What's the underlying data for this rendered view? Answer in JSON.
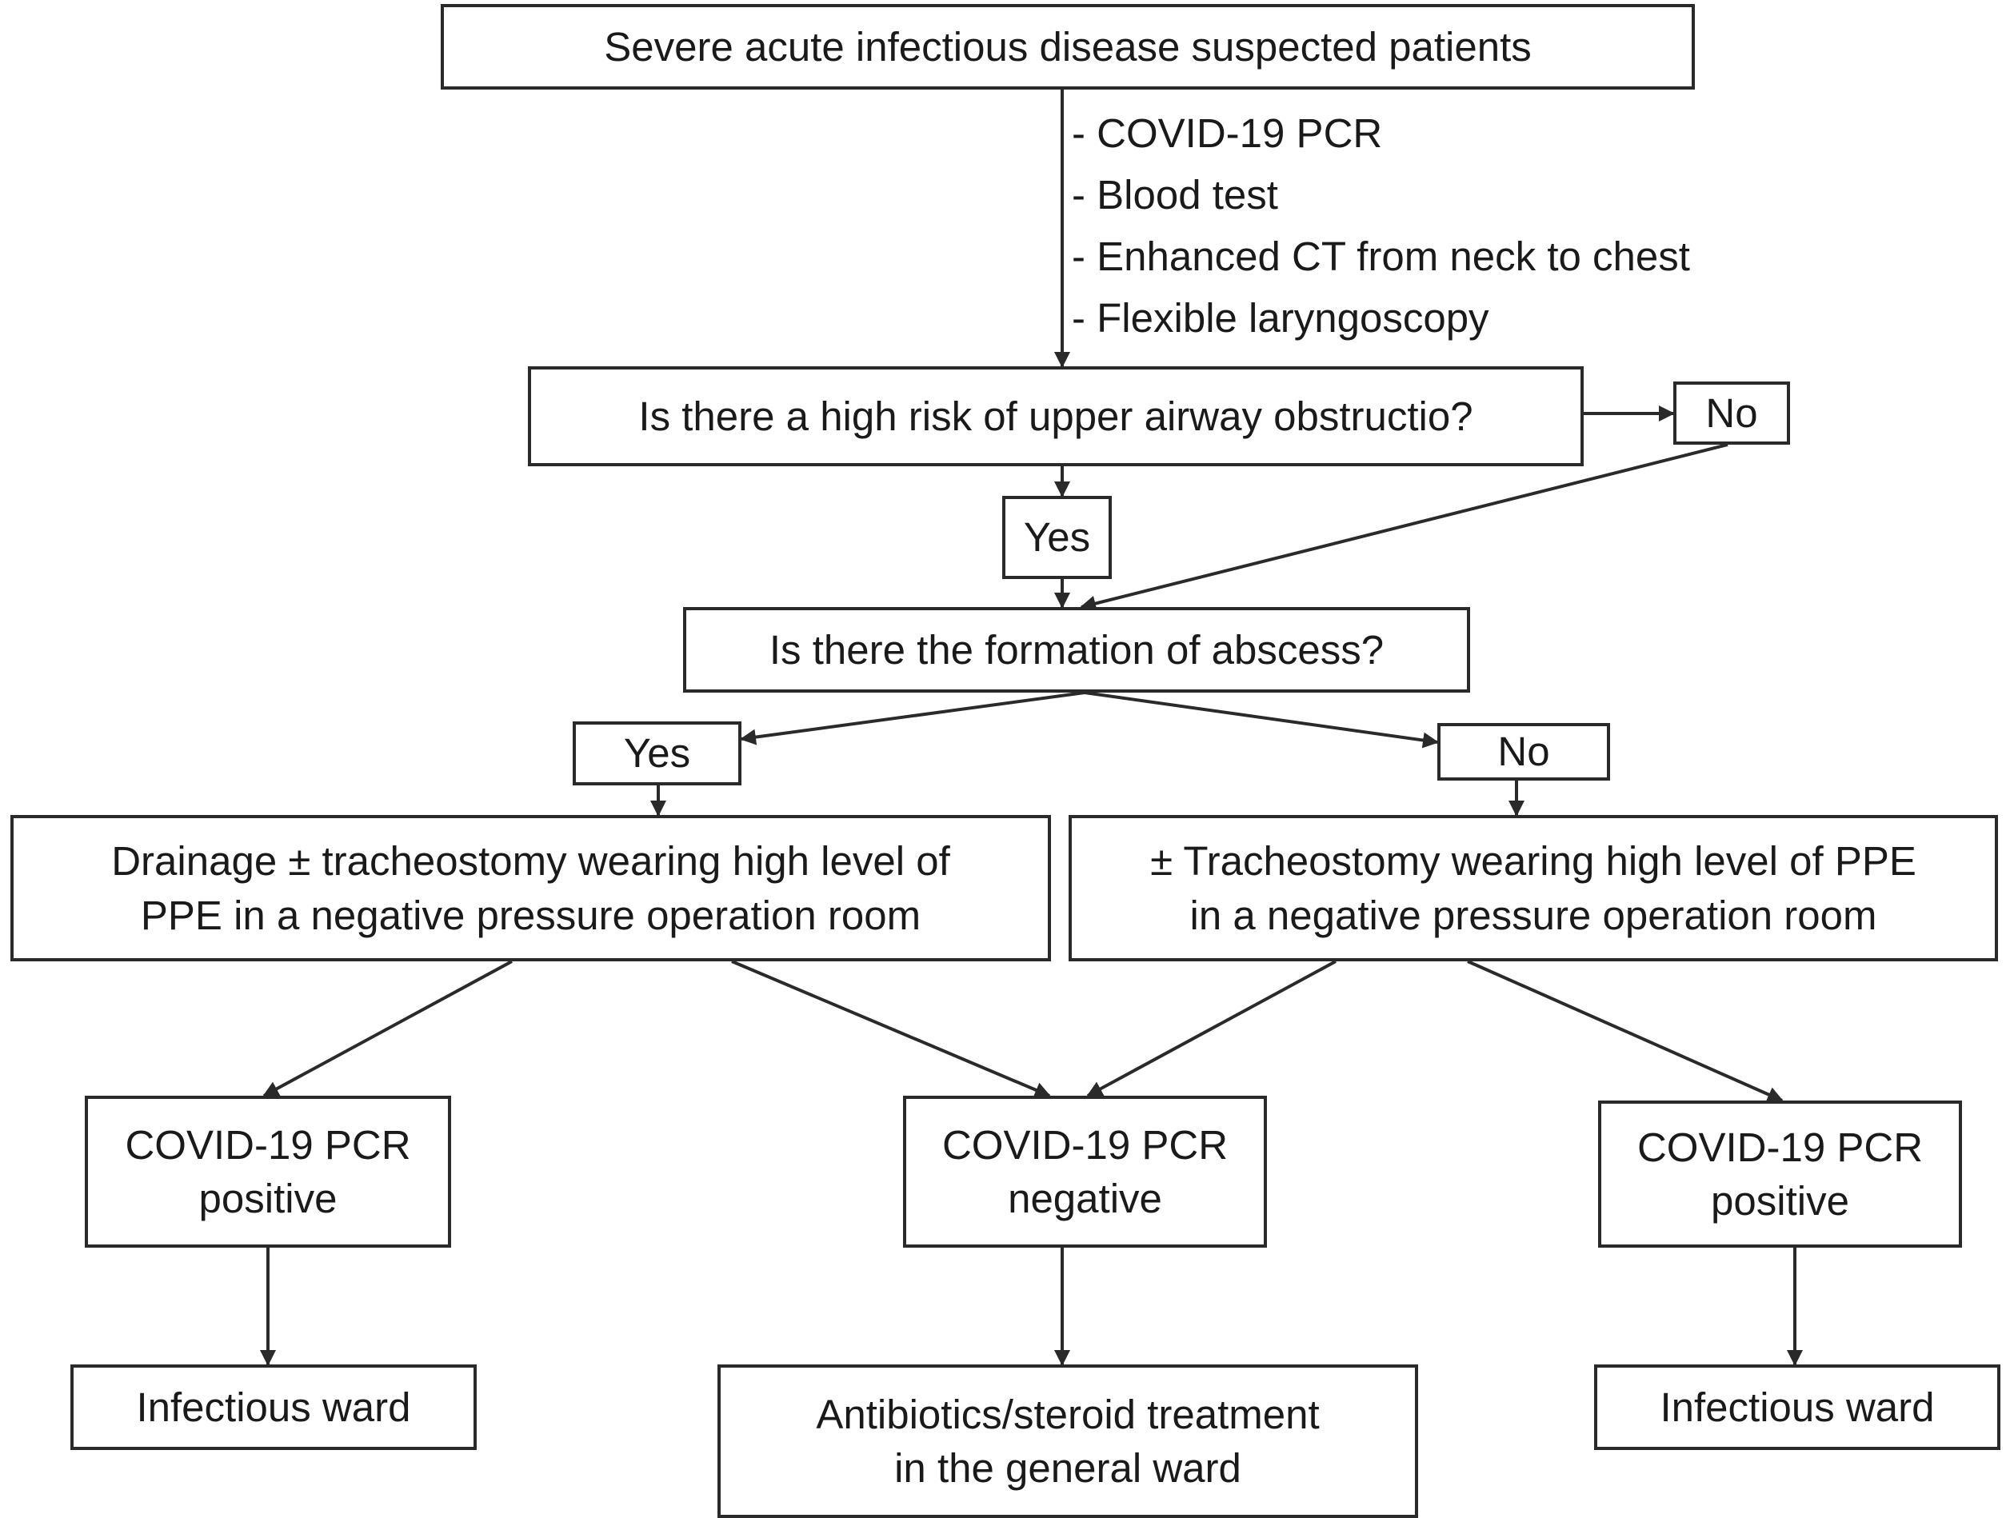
{
  "nodes": {
    "start": "Severe acute infectious disease suspected patients",
    "q_obstruction": "Is there a high risk of upper airway obstructio?",
    "ans_no_1": "No",
    "ans_yes_1": "Yes",
    "q_abscess": "Is there the formation of abscess?",
    "ans_yes_2": "Yes",
    "ans_no_2": "No",
    "drainage": {
      "line1": "Drainage ± tracheostomy wearing high level of",
      "line2": "PPE in a negative pressure operation room"
    },
    "tracheostomy": {
      "line1": "± Tracheostomy wearing high level of PPE",
      "line2": "in a negative pressure operation room"
    },
    "pcr_pos_left": {
      "line1": "COVID-19 PCR",
      "line2": "positive"
    },
    "pcr_neg": {
      "line1": "COVID-19 PCR",
      "line2": "negative"
    },
    "pcr_pos_right": {
      "line1": "COVID-19 PCR",
      "line2": "positive"
    },
    "ward_left": "Infectious ward",
    "general_ward": {
      "line1": "Antibiotics/steroid treatment",
      "line2": "in the general ward"
    },
    "ward_right": "Infectious ward"
  },
  "workup": [
    "- COVID-19 PCR",
    "- Blood test",
    "- Enhanced CT from neck to chest",
    "- Flexible laryngoscopy"
  ]
}
